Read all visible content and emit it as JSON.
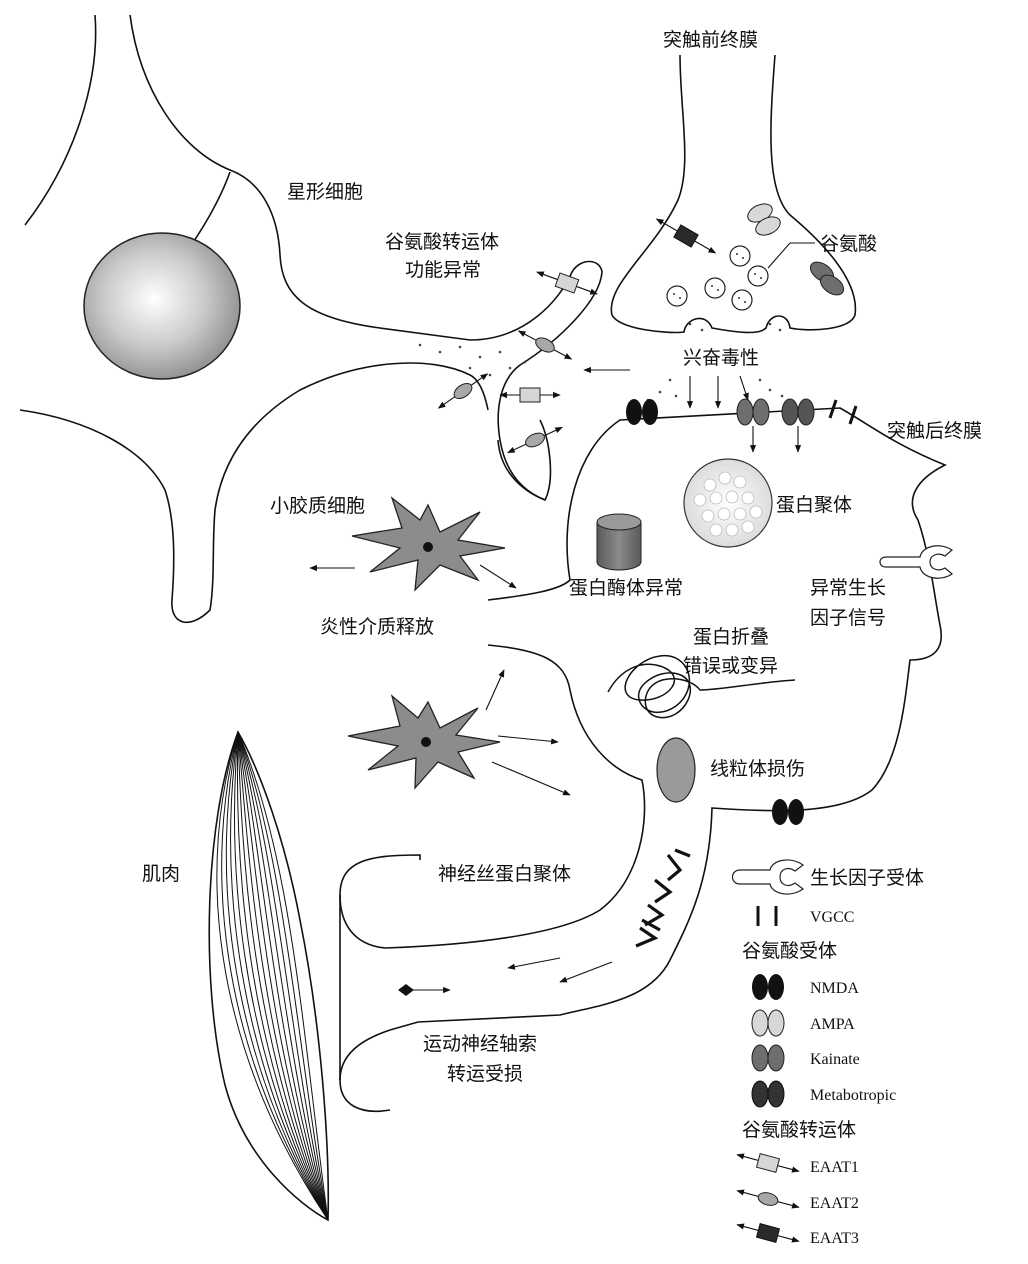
{
  "labels": {
    "presynaptic_membrane": "突触前终膜",
    "astrocyte": "星形细胞",
    "transporter_dysfunction_1": "谷氨酸转运体",
    "transporter_dysfunction_2": "功能异常",
    "glutamate": "谷氨酸",
    "excitotoxicity": "兴奋毒性",
    "postsynaptic_membrane": "突触后终膜",
    "microglia": "小胶质细胞",
    "protein_aggregate": "蛋白聚体",
    "proteasome_abnormal": "蛋白酶体异常",
    "abnormal_growth_1": "异常生长",
    "abnormal_growth_2": "因子信号",
    "inflammatory_release": "炎性介质释放",
    "misfolding_1": "蛋白折叠",
    "misfolding_2": "错误或变异",
    "mitochondria_damage": "线粒体损伤",
    "muscle": "肌肉",
    "neurofilament_aggregate": "神经丝蛋白聚体",
    "axon_transport_1": "运动神经轴索",
    "axon_transport_2": "转运受损"
  },
  "legend": {
    "growth_factor_receptor": "生长因子受体",
    "vgcc": "VGCC",
    "glutamate_receptors_title": "谷氨酸受体",
    "nmda": "NMDA",
    "ampa": "AMPA",
    "kainate": "Kainate",
    "metabotropic": "Metabotropic",
    "glutamate_transporters_title": "谷氨酸转运体",
    "eaat1": "EAAT1",
    "eaat2": "EAAT2",
    "eaat3": "EAAT3"
  },
  "colors": {
    "nmda": "#111111",
    "ampa": "#d8d8d8",
    "kainate": "#6e6e6e",
    "metabotropic": "#333333",
    "eaat1": "#d6d6d6",
    "eaat2": "#a8a8a8",
    "eaat3": "#2a2a2a",
    "microglia": "#8c8c8c",
    "mitochondria": "#9a9a9a"
  }
}
